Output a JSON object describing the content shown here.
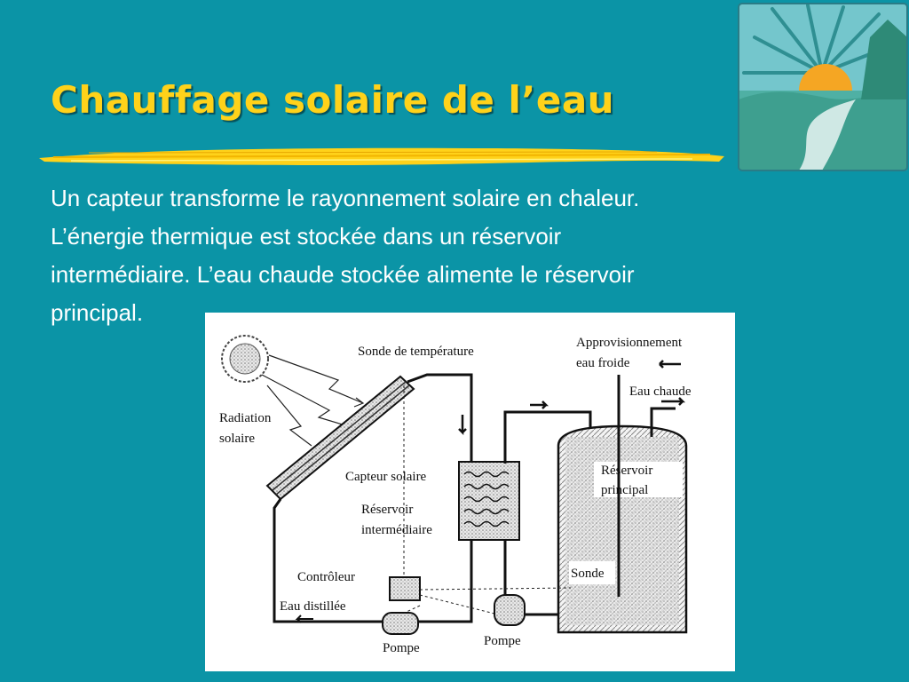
{
  "slide": {
    "title": "Chauffage solaire de l’eau",
    "body": "Un capteur transforme le rayonnement solaire en chaleur.\nL’énergie thermique est stockée dans un réservoir\nintermédiaire.  L’eau chaude stockée alimente le réservoir\nprincipal.",
    "colors": {
      "background": "#0b94a6",
      "title": "#ffd21a",
      "text": "#ffffff"
    }
  },
  "diagram": {
    "labels": {
      "sonde_temperature": "Sonde de température",
      "approvisionnement": "Approvisionnement",
      "eau_froide": "eau froide",
      "eau_chaude": "Eau chaude",
      "radiation": "Radiation",
      "solaire": "solaire",
      "capteur_solaire": "Capteur solaire",
      "reservoir_intermediaire_1": "Réservoir",
      "reservoir_intermediaire_2": "intermédiaire",
      "reservoir_principal_1": "Réservoir",
      "reservoir_principal_2": "principal",
      "sonde": "Sonde",
      "controleur": "Contrôleur",
      "eau_distillee": "Eau distillée",
      "pompe_1": "Pompe",
      "pompe_2": "Pompe"
    }
  }
}
